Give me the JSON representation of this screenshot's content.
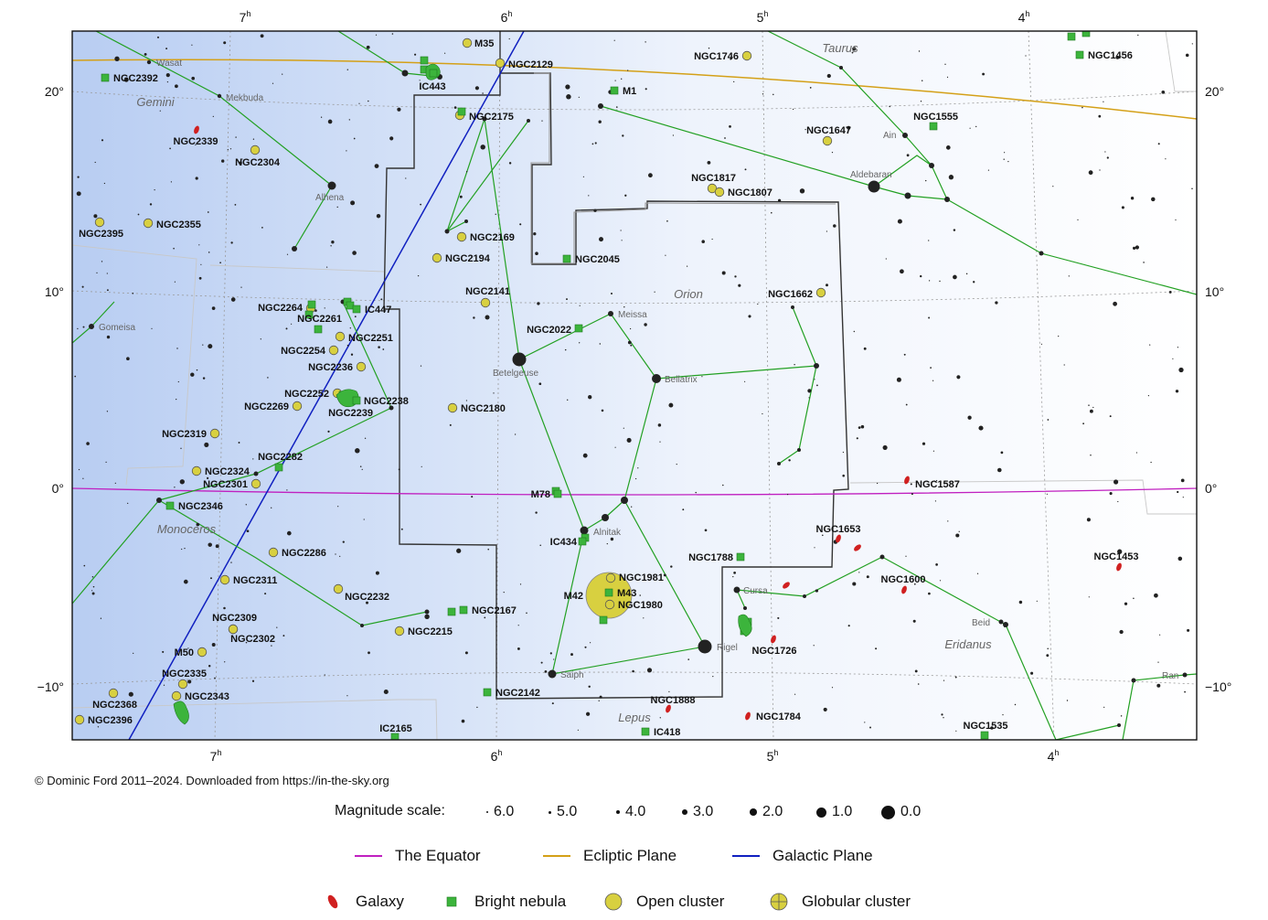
{
  "map": {
    "ra_hours": [
      "7h",
      "6h",
      "5h",
      "4h"
    ],
    "dec_degrees": [
      "20°",
      "10°",
      "0°",
      "−10°"
    ],
    "constellations": [
      "Taurus",
      "Gemini",
      "Orion",
      "Monoceros",
      "Eridanus",
      "Lepus"
    ],
    "named_stars": [
      "Wasat",
      "Mekbuda",
      "Alhena",
      "Gomeisa",
      "Betelgeuse",
      "Meissa",
      "Bellatrix",
      "Alnitak",
      "Rigel",
      "Saiph",
      "Aldebaran",
      "Ain",
      "Cursa",
      "Beid",
      "Ran"
    ],
    "deep_sky": {
      "open_clusters": [
        "M35",
        "NGC2129",
        "NGC2175",
        "NGC1746",
        "NGC1647",
        "NGC2304",
        "NGC1817",
        "NGC1807",
        "NGC2355",
        "NGC2395",
        "NGC2169",
        "NGC2194",
        "NGC2141",
        "NGC1662",
        "NGC2264",
        "NGC2251",
        "NGC2254",
        "NGC2236",
        "NGC2252",
        "NGC2269",
        "NGC2239",
        "NGC2180",
        "NGC2319",
        "NGC2324",
        "NGC2301",
        "NGC2286",
        "NGC2311",
        "NGC2232",
        "NGC2309",
        "NGC2302",
        "NGC2215",
        "M50",
        "NGC2335",
        "NGC2343",
        "NGC2368",
        "NGC2396",
        "NGC1980",
        "NGC1981"
      ],
      "bright_nebulae": [
        "NGC2392",
        "IC443",
        "M1",
        "NGC1555",
        "NGC1456",
        "NGC2045",
        "NGC2261",
        "IC447",
        "NGC2022",
        "NGC2238",
        "NGC2282",
        "NGC2346",
        "M78",
        "IC434",
        "NGC1788",
        "M43",
        "NGC2167",
        "NGC2142",
        "IC418",
        "IC2165",
        "NGC1535"
      ],
      "galaxies": [
        "NGC2339",
        "NGC1587",
        "NGC1653",
        "NGC1453",
        "NGC1600",
        "NGC1726",
        "NGC1888",
        "NGC1784"
      ],
      "large_nebula": "M42"
    }
  },
  "credit": "© Dominic Ford 2011–2024. Downloaded from https://in-the-sky.org",
  "magnitude_scale": {
    "title": "Magnitude scale:",
    "items": [
      "6.0",
      "5.0",
      "4.0",
      "3.0",
      "2.0",
      "1.0",
      "0.0"
    ]
  },
  "legend": {
    "lines": [
      {
        "label": "The Equator",
        "color": "#c020c0"
      },
      {
        "label": "Ecliptic Plane",
        "color": "#d4a017"
      },
      {
        "label": "Galactic Plane",
        "color": "#1020c0"
      }
    ],
    "objects": [
      {
        "label": "Galaxy",
        "icon": "galaxy-icon",
        "color": "#d02020"
      },
      {
        "label": "Bright nebula",
        "icon": "nebula-icon",
        "color": "#3cb43c"
      },
      {
        "label": "Open cluster",
        "icon": "open-cluster-icon",
        "color": "#d8d040"
      },
      {
        "label": "Globular cluster",
        "icon": "globular-cluster-icon",
        "color": "#d8d040"
      }
    ]
  }
}
